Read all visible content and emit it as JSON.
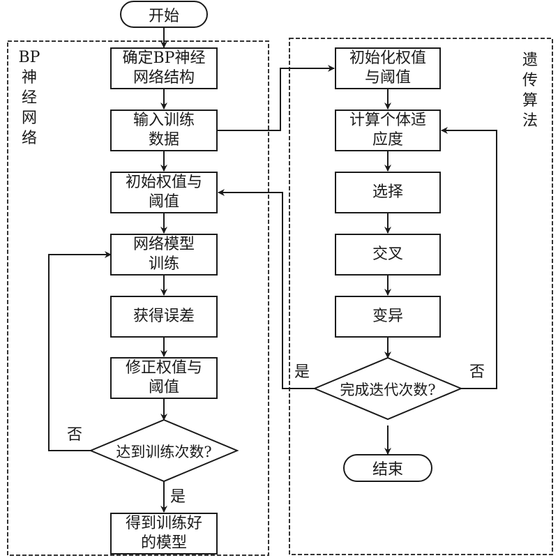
{
  "start": "开始",
  "end": "结束",
  "bp_section": {
    "title_lines": [
      "BP",
      "神",
      "经",
      "网",
      "络"
    ],
    "steps": [
      "确定BP神经\n网络结构",
      "输入训练\n数据",
      "初始权值与\n阈值",
      "网络模型\n训练",
      "获得误差",
      "修正权值与\n阈值"
    ],
    "decision": "达到训练次数?",
    "yes_label": "是",
    "no_label": "否",
    "result": "得到训练好\n的模型"
  },
  "ga_section": {
    "title_lines": [
      "遗",
      "传",
      "算",
      "法"
    ],
    "steps": [
      "初始化权值\n与阈值",
      "计算个体适\n应度",
      "选择",
      "交叉",
      "变异"
    ],
    "decision": "完成迭代次数?",
    "yes_label": "是",
    "no_label": "否"
  }
}
